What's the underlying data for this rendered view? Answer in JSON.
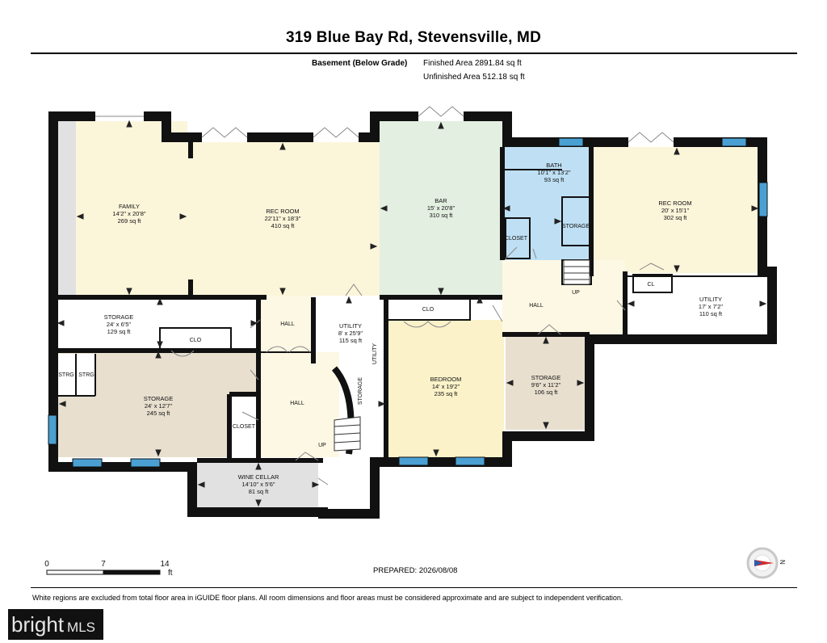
{
  "header": {
    "title": "319 Blue Bay Rd, Stevensville, MD",
    "level": "Basement (Below Grade)",
    "finished_area": "Finished Area 2891.84 sq ft",
    "unfinished_area": "Unfinished Area 512.18 sq ft"
  },
  "rooms": [
    {
      "id": "family",
      "name": "FAMILY",
      "dims": "14'2\" x 20'8\"",
      "area": "269 sq ft",
      "fill": "#fbf5da"
    },
    {
      "id": "rec-room-1",
      "name": "REC ROOM",
      "dims": "22'11\" x 18'3\"",
      "area": "410 sq ft",
      "fill": "#fbf5da"
    },
    {
      "id": "bar",
      "name": "BAR",
      "dims": "15' x 20'8\"",
      "area": "310 sq ft",
      "fill": "#e3efe1"
    },
    {
      "id": "bath",
      "name": "BATH",
      "dims": "10'1\" x 13'2\"",
      "area": "93 sq ft",
      "fill": "#bfe0f4"
    },
    {
      "id": "rec-room-2",
      "name": "REC ROOM",
      "dims": "20' x 15'1\"",
      "area": "302 sq ft",
      "fill": "#fbf5da"
    },
    {
      "id": "storage-1",
      "name": "STORAGE",
      "dims": "24' x 6'5\"",
      "area": "129 sq ft",
      "fill": "#ffffff"
    },
    {
      "id": "utility-1",
      "name": "UTILITY",
      "dims": "8' x 25'9\"",
      "area": "115 sq ft",
      "fill": "#ffffff"
    },
    {
      "id": "utility-2",
      "name": "UTILITY",
      "dims": "17' x 7'2\"",
      "area": "110 sq ft",
      "fill": "#ffffff"
    },
    {
      "id": "storage-2",
      "name": "STORAGE",
      "dims": "24' x 12'7\"",
      "area": "245 sq ft",
      "fill": "#e8dfcf"
    },
    {
      "id": "bedroom",
      "name": "BEDROOM",
      "dims": "14' x 19'2\"",
      "area": "235 sq ft",
      "fill": "#fbf2c9"
    },
    {
      "id": "storage-3",
      "name": "STORAGE",
      "dims": "9'6\" x 11'2\"",
      "area": "106 sq ft",
      "fill": "#e8dfcf"
    },
    {
      "id": "wine-cellar",
      "name": "WINE CELLAR",
      "dims": "14'10\" x 5'6\"",
      "area": "81 sq ft",
      "fill": "#e1e1e1"
    }
  ],
  "small_labels": {
    "closet_bath": "CLOSET",
    "storage_bath": "STORAGE",
    "cl": "CL",
    "up_1": "UP",
    "hall_1": "HALL",
    "clo_1": "CLO",
    "hall_2": "HALL",
    "clo_2": "CLO",
    "strg_1": "STRG",
    "strg_2": "STRG",
    "hall_3": "HALL",
    "closet_hall": "CLOSET",
    "up_2": "UP",
    "utility_vertical": "UTILITY",
    "storage_curved": "STORAGE"
  },
  "colors": {
    "wall": "#111111",
    "window": "#4aa0d2",
    "hall_fill": "#fdf8e4",
    "unfinished_fill": "#e8dfcf",
    "excluded_fill": "#ffffff"
  },
  "scale_bar": {
    "ticks": [
      "0",
      "7",
      "14"
    ],
    "unit": "ft"
  },
  "prepared": "PREPARED: 2026/08/08",
  "compass": {
    "label": "N"
  },
  "footer": "White regions are excluded from total floor area in iGUIDE floor plans. All room dimensions and floor areas must be considered approximate and are subject to independent verification.",
  "logo": {
    "main": "bright",
    "suffix": "MLS"
  }
}
